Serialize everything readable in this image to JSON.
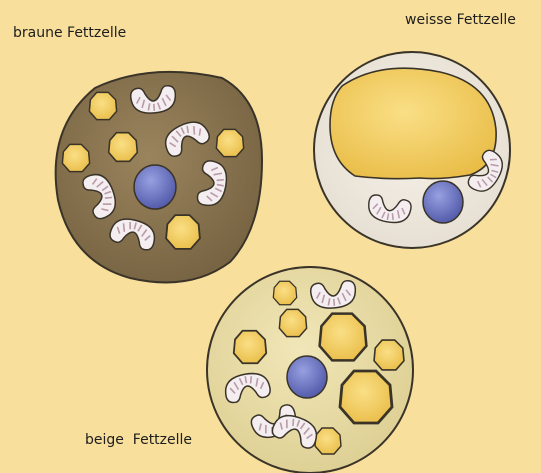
{
  "labels": {
    "brown": "braune Fettzelle",
    "white": "weisse Fettzelle",
    "beige": "beige  Fettzelle"
  },
  "colors": {
    "background": "#f8df9c",
    "brown_cytoplasm": "#8a7350",
    "white_cytoplasm": "#efe8dc",
    "beige_cytoplasm": "#ece0a9",
    "lipid": "#f6d268",
    "nucleus": "#6f78c8",
    "mitochondrion": "#f4eef0",
    "cristae": "#b89aa8",
    "outline": "#3a3328"
  }
}
